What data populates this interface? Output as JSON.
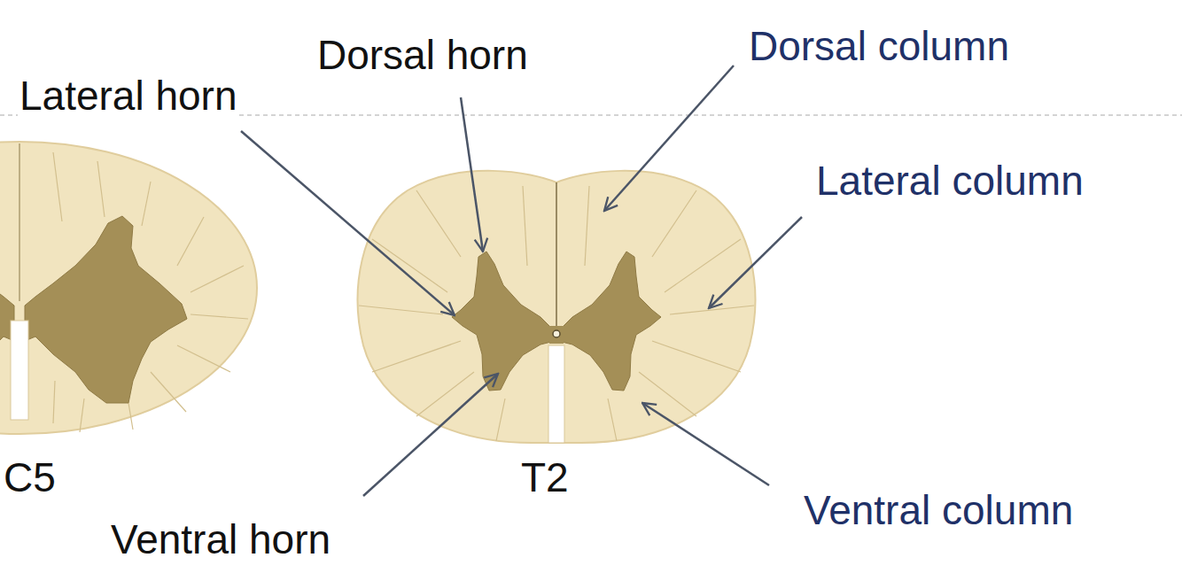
{
  "diagram": {
    "labels": [
      "Dorsal horn",
      "Dorsal column",
      "Lateral horn",
      "Lateral column",
      "C5",
      "T2",
      "Ventral column",
      "Ventral horn"
    ]
  }
}
